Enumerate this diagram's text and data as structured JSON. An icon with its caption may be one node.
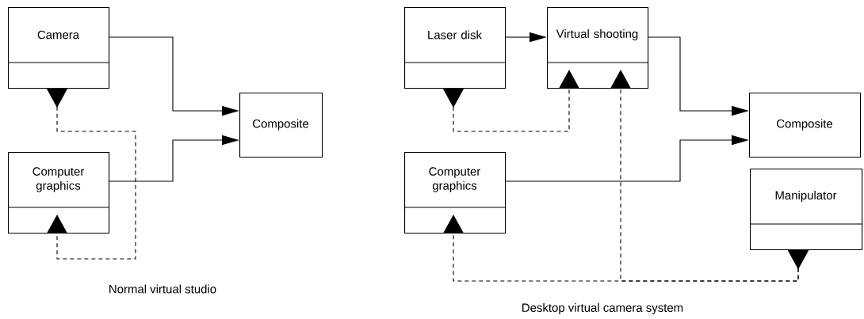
{
  "diagram": {
    "nodes": [
      {
        "text": [
          "Camera"
        ]
      },
      {
        "text": [
          "Computer graphics"
        ]
      },
      {
        "text": [
          "Composite"
        ]
      },
      {
        "text": [
          "Laser disk"
        ]
      },
      {
        "text": [
          "Virtual shooting"
        ]
      },
      {
        "text": [
          "Composite"
        ]
      },
      {
        "text": [
          "Computer graphics"
        ]
      },
      {
        "text": [
          "Manipulator"
        ]
      }
    ],
    "edges": [
      {
        "from": 0,
        "to": 2,
        "arrow": "to"
      },
      {
        "from": 1,
        "to": 2,
        "arrow": "to"
      },
      {
        "from": 0,
        "to": 1,
        "arrow": "to",
        "style": "dashed"
      },
      {
        "from": 3,
        "to": 4,
        "arrow": "to"
      },
      {
        "from": 4,
        "to": 5,
        "arrow": "to"
      },
      {
        "from": 6,
        "to": 5,
        "arrow": "to"
      },
      {
        "from": 3,
        "to": 4,
        "arrow": "to",
        "style": "dashed"
      },
      {
        "from": 7,
        "to": 6,
        "arrow": "to",
        "style": "dashed"
      },
      {
        "from": 7,
        "to": 4,
        "arrow": "to",
        "style": "dashed"
      }
    ],
    "labels": [
      "Normal virtual studio",
      "Desktop virtual camera system"
    ]
  }
}
